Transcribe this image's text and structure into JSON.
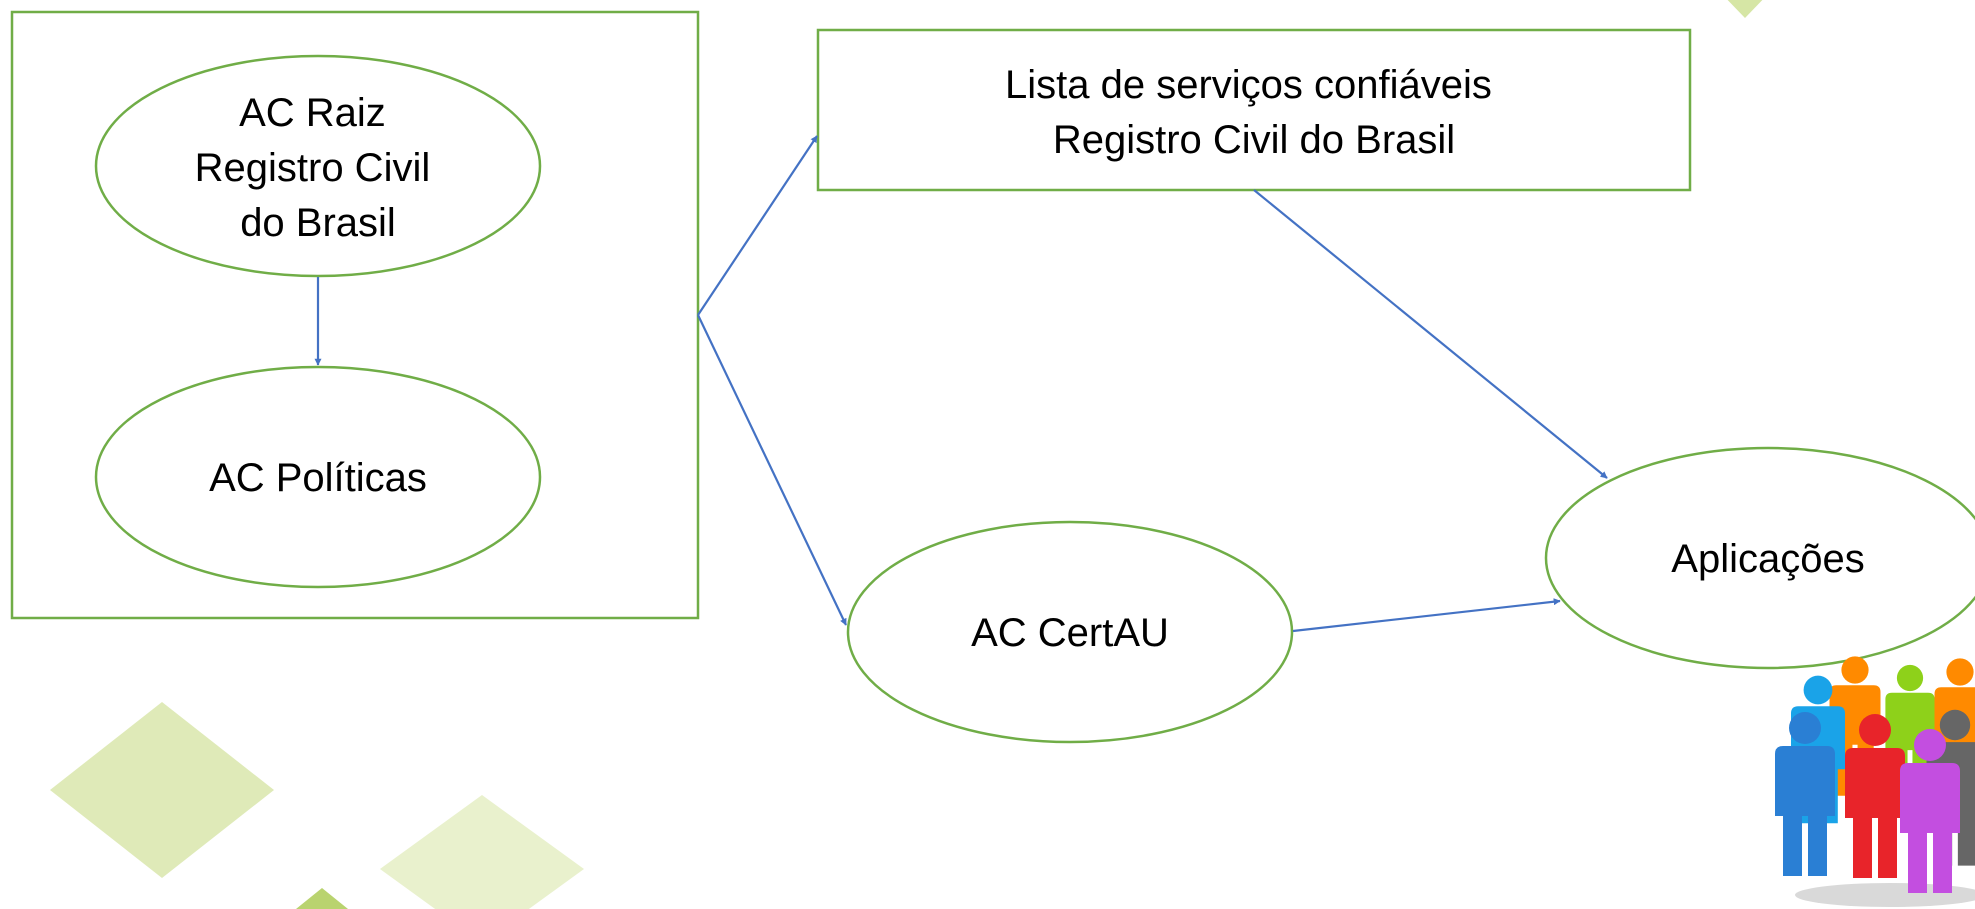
{
  "colors": {
    "shape_stroke": "#70ad47",
    "arrow": "#4472c4",
    "decor_diamond": "#dfeab8",
    "decor_diamond_light": "#e9f1cd"
  },
  "nodes": {
    "ac_raiz": {
      "lines": [
        "AC Raiz",
        "Registro Civil",
        "do Brasil"
      ]
    },
    "ac_politicas": {
      "label": "AC Políticas"
    },
    "lista_servicos": {
      "lines": [
        "Lista de serviços confiáveis",
        "Registro Civil do Brasil"
      ]
    },
    "ac_certau": {
      "label": "AC CertAU"
    },
    "aplicacoes": {
      "label": "Aplicações"
    }
  },
  "decor": {
    "people_group": {
      "icon": "people-group-icon",
      "person_colors": [
        "#1aa3e8",
        "#ff8a00",
        "#f5e03a",
        "#8ed11a",
        "#e8242a",
        "#c34ee0",
        "#666666",
        "#2a7fd4"
      ]
    }
  }
}
